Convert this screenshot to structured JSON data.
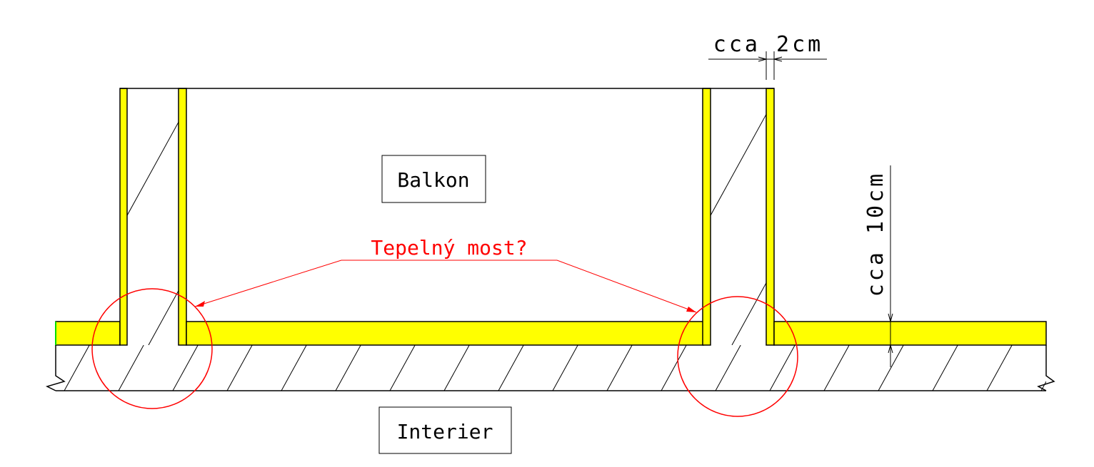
{
  "labels": {
    "balcony": "Balkon",
    "interior": "Interier",
    "question": "Tepelný most?",
    "dim_top": "cca 2cm",
    "dim_right": "cca 10cm"
  },
  "colors": {
    "insulation": "#ffff00",
    "annotation": "#ff0000",
    "line": "#000000"
  }
}
